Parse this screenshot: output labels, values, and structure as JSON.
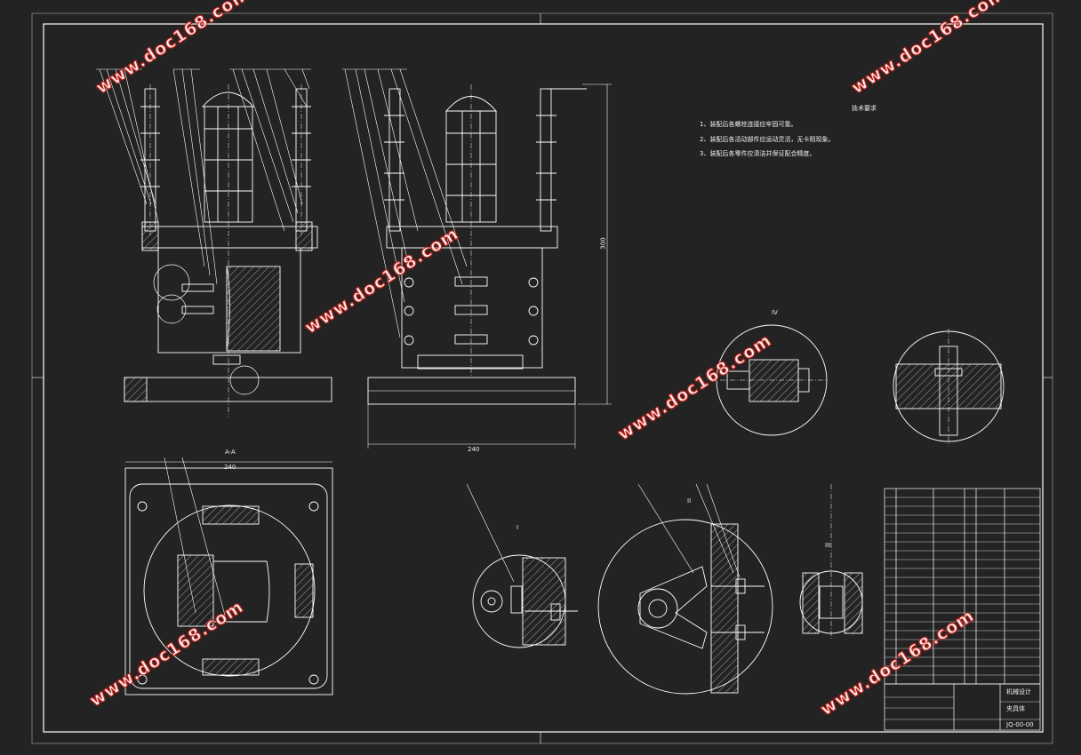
{
  "notes": {
    "title": "技术要求",
    "items": [
      "1、装配后各螺栓连接应牢固可靠。",
      "2、装配后各活动部件应运动灵活，无卡阻现象。",
      "3、装配后各零件应清洁并保证配合精度。"
    ]
  },
  "title_block": {
    "name": "夹具体",
    "drawing_no": "JQ-00-00",
    "school": "机械设计"
  },
  "views": {
    "section_aa": "A-A",
    "detail_i": "I",
    "detail_ii": "II",
    "detail_iii": "III",
    "detail_iv": "IV"
  },
  "dimensions": {
    "width_front": "240",
    "height": "300",
    "width_plan": "240"
  },
  "watermarks": [
    "www.doc168.com",
    "www.doc168.com",
    "www.doc168.com",
    "www.doc168.com",
    "www.doc168.com",
    "www.doc168.com"
  ],
  "colors": {
    "line": "#ffffff",
    "background": "#232323",
    "watermark_stroke": "#c8261f"
  }
}
